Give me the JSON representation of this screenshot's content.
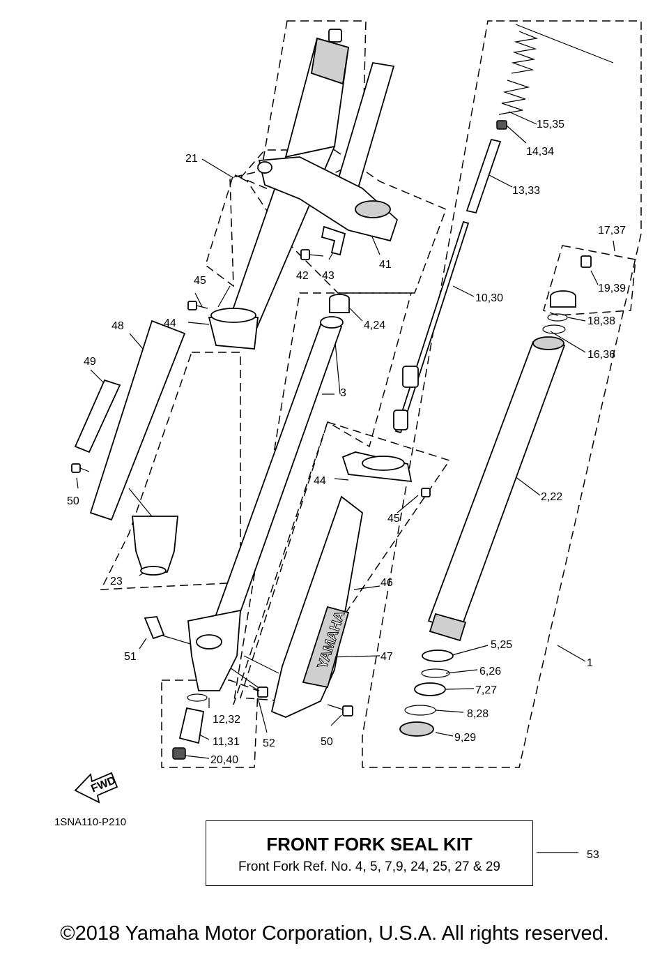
{
  "callouts": {
    "c1": "1",
    "c2_22": "2,22",
    "c3": "3",
    "c4_24": "4,24",
    "c5_25": "5,25",
    "c6_26": "6,26",
    "c7_27": "7,27",
    "c8_28": "8,28",
    "c9_29": "9,29",
    "c10_30": "10,30",
    "c11_31": "11,31",
    "c12_32": "12,32",
    "c13_33": "13,33",
    "c14_34": "14,34",
    "c15_35": "15,35",
    "c16_36": "16,36",
    "c17_37": "17,37",
    "c18_38": "18,38",
    "c19_39": "19,39",
    "c20_40": "20,40",
    "c21": "21",
    "c23": "23",
    "c41": "41",
    "c42": "42",
    "c43": "43",
    "c44a": "44",
    "c44b": "44",
    "c45a": "45",
    "c45b": "45",
    "c46": "46",
    "c47": "47",
    "c48": "48",
    "c49": "49",
    "c50a": "50",
    "c50b": "50",
    "c51": "51",
    "c52": "52",
    "c53": "53"
  },
  "fwd_label": "FWD",
  "fork_guard_brand": "YAMAHA",
  "diagram_code": "1SNA110-P210",
  "seal_kit": {
    "title": "FRONT FORK SEAL KIT",
    "subtitle": "Front Fork Ref. No. 4, 5, 7,9, 24, 25, 27 & 29"
  },
  "copyright": "©2018 Yamaha Motor Corporation, U.S.A. All rights reserved."
}
